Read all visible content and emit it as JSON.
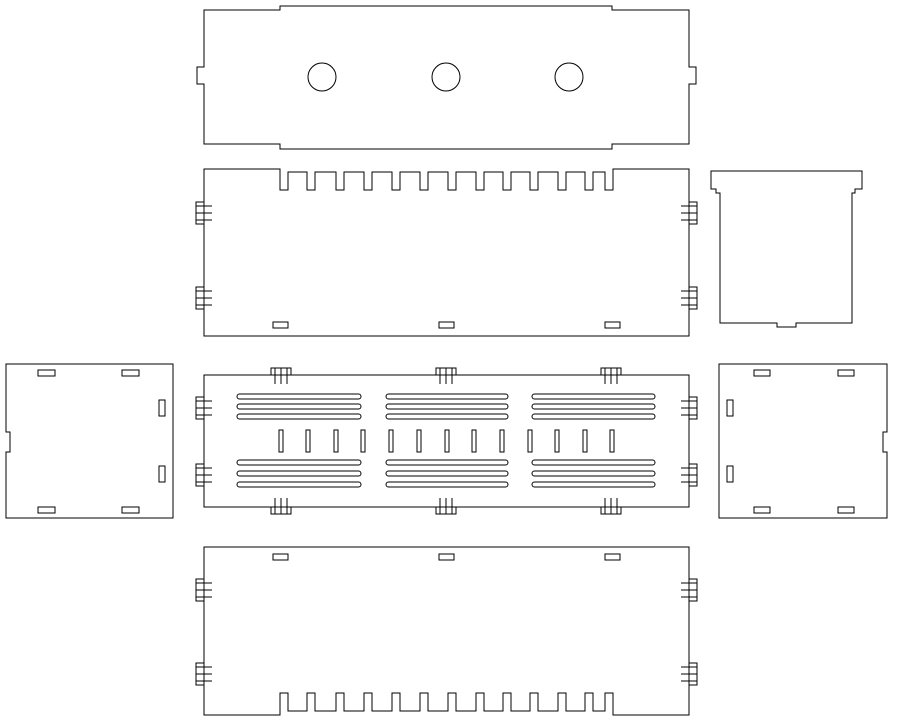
{
  "drawing": {
    "description_visible_text": "",
    "stroke_color": "#000000",
    "background_color": "#ffffff",
    "parts": [
      {
        "id": "top-lid-panel",
        "features": [
          "three-circular-holes",
          "side-tabs"
        ]
      },
      {
        "id": "front-wall-panel",
        "features": [
          "comb-notches-top",
          "bottom-slots",
          "flex-joints-sides"
        ]
      },
      {
        "id": "small-side-panel",
        "features": [
          "top-lips",
          "bottom-notch"
        ]
      },
      {
        "id": "left-end-panel",
        "features": [
          "rect-slots",
          "edge-notch"
        ]
      },
      {
        "id": "base-panel",
        "features": [
          "vent-slots",
          "short-vertical-slots",
          "flex-joints"
        ]
      },
      {
        "id": "right-end-panel",
        "features": [
          "rect-slots",
          "edge-notch"
        ]
      },
      {
        "id": "back-wall-panel",
        "features": [
          "comb-notches-bottom",
          "top-slots",
          "flex-joints-sides"
        ]
      }
    ]
  }
}
